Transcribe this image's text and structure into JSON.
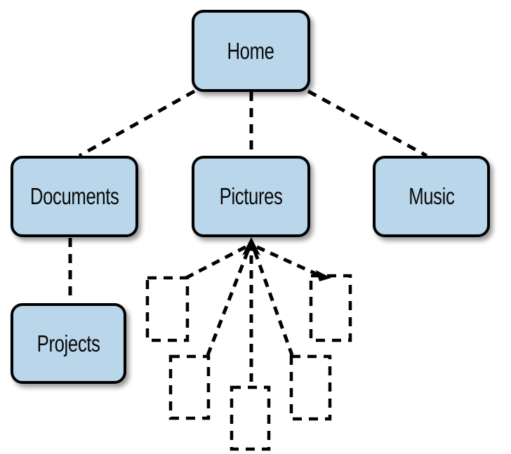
{
  "diagram": {
    "type": "folder-hierarchy-tree",
    "nodes": [
      {
        "id": "home",
        "label": "Home"
      },
      {
        "id": "documents",
        "label": "Documents"
      },
      {
        "id": "pictures",
        "label": "Pictures"
      },
      {
        "id": "music",
        "label": "Music"
      },
      {
        "id": "projects",
        "label": "Projects"
      }
    ],
    "edges": [
      {
        "from": "home",
        "to": "documents",
        "style": "dashed"
      },
      {
        "from": "home",
        "to": "pictures",
        "style": "dashed"
      },
      {
        "from": "home",
        "to": "music",
        "style": "dashed"
      },
      {
        "from": "documents",
        "to": "projects",
        "style": "dashed"
      },
      {
        "from": "pictures",
        "to": "placeholder-1",
        "style": "dashed"
      },
      {
        "from": "pictures",
        "to": "placeholder-2",
        "style": "dashed"
      },
      {
        "from": "pictures",
        "to": "placeholder-3",
        "style": "dashed"
      },
      {
        "from": "pictures",
        "to": "placeholder-4",
        "style": "dashed"
      },
      {
        "from": "pictures",
        "to": "placeholder-5",
        "style": "dashed",
        "arrowhead": "at-placeholder"
      }
    ],
    "placeholders": {
      "count": 5,
      "style": "dashed-outline-rectangle",
      "meaning": "unnamed items inside Pictures"
    },
    "arrow": {
      "direction": "up",
      "points_at": "pictures-bottom-center"
    },
    "colors": {
      "node_fill": "#b9d6ea",
      "stroke": "#000000",
      "background": "#ffffff"
    }
  }
}
